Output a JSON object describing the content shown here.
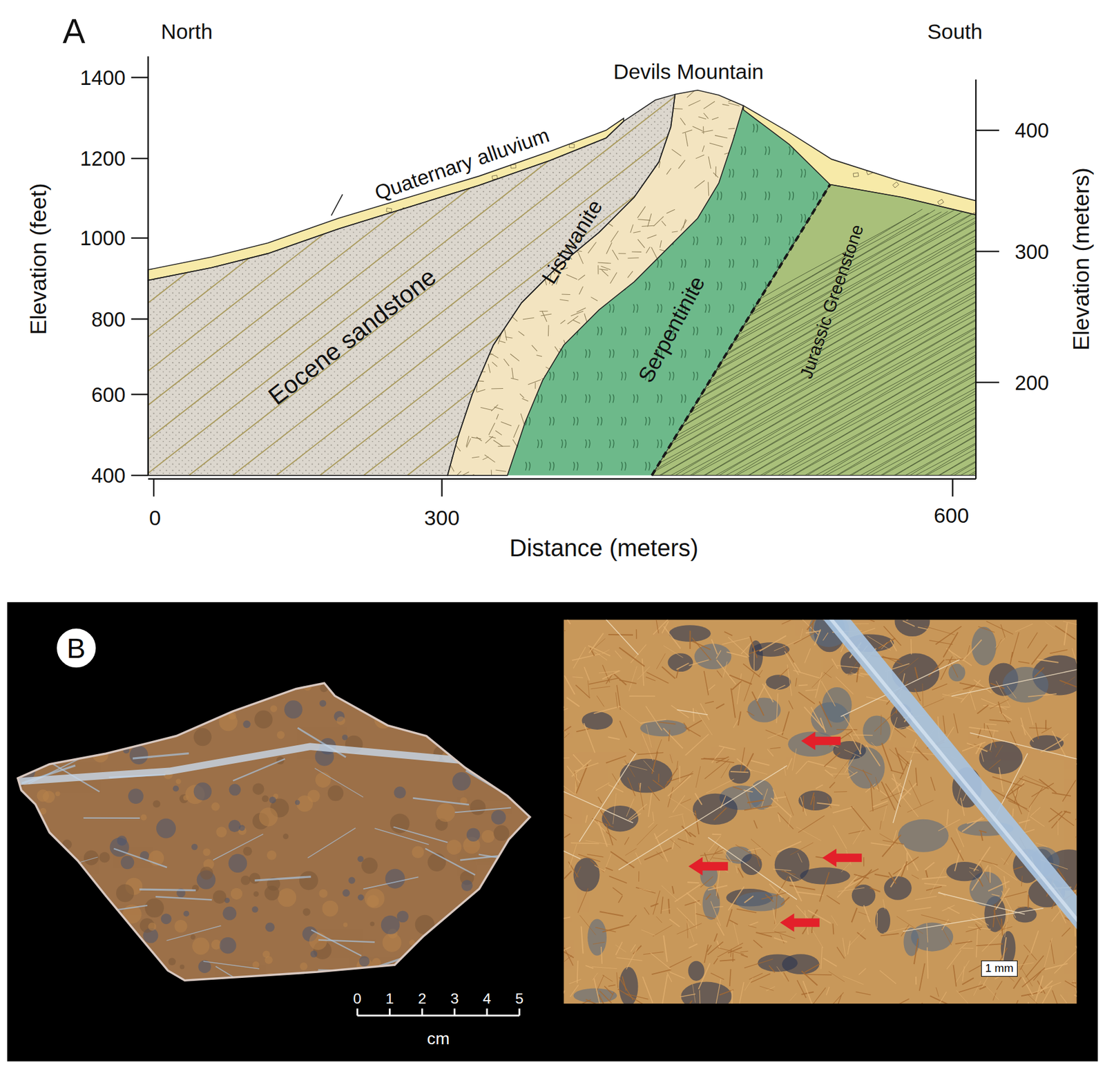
{
  "diagram": {
    "nodes": [
      {
        "text": [
          "B"
        ]
      },
      {
        "text": [
          "1 mm"
        ]
      }
    ],
    "labels": [
      "A",
      "North",
      "South",
      "Devils Mountain",
      "Quaternary alluvium",
      "Eocene sandstone",
      "Listwanite",
      "Serpentinite",
      "Jurassic Greenstone",
      "Elevation (feet)",
      "Elevation (meters)",
      "1400",
      "1200",
      "1000",
      "800",
      "600",
      "400",
      "400",
      "300",
      "200",
      "0",
      "300",
      "600",
      "Distance (meters)",
      "0",
      "1",
      "2",
      "3",
      "4",
      "5",
      "cm"
    ]
  }
}
